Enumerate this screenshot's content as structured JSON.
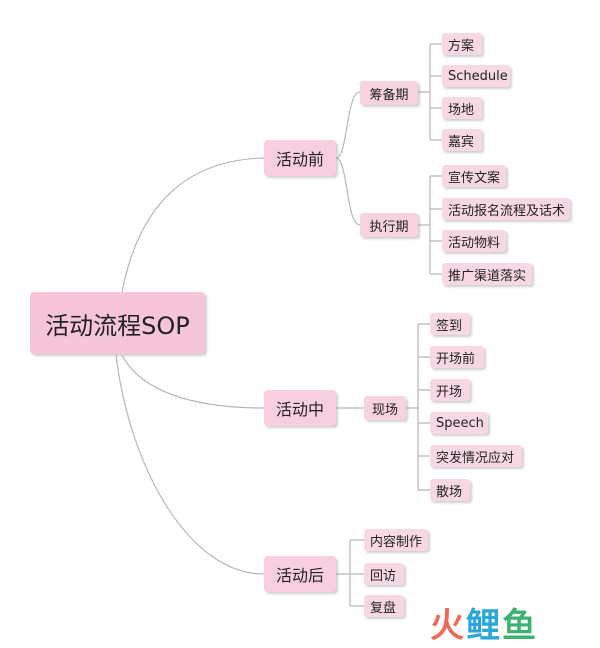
{
  "root": {
    "label": "活动流程SOP"
  },
  "stages": [
    {
      "label": "活动前"
    },
    {
      "label": "活动中"
    },
    {
      "label": "活动后"
    }
  ],
  "before": {
    "prep": {
      "label": "筹备期",
      "items": [
        "方案",
        "Schedule",
        "场地",
        "嘉宾"
      ]
    },
    "exec": {
      "label": "执行期",
      "items": [
        "宣传文案",
        "活动报名流程及话术",
        "活动物料",
        "推广渠道落实"
      ]
    }
  },
  "during": {
    "onsite": {
      "label": "现场",
      "items": [
        "签到",
        "开场前",
        "开场",
        "Speech",
        "突发情况应对",
        "散场"
      ]
    }
  },
  "after": {
    "items": [
      "内容制作",
      "回访",
      "复盘"
    ]
  },
  "watermark": {
    "chars": [
      "火",
      "鲤",
      "鱼"
    ]
  },
  "colors": {
    "node_fill": "#f7cfe0",
    "line": "#b8b8b8"
  }
}
